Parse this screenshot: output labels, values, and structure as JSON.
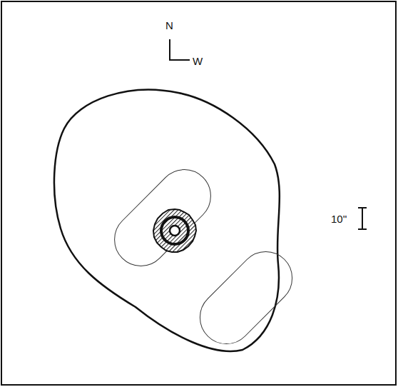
{
  "diagram": {
    "labels": [
      "N",
      "W",
      "10''"
    ]
  }
}
